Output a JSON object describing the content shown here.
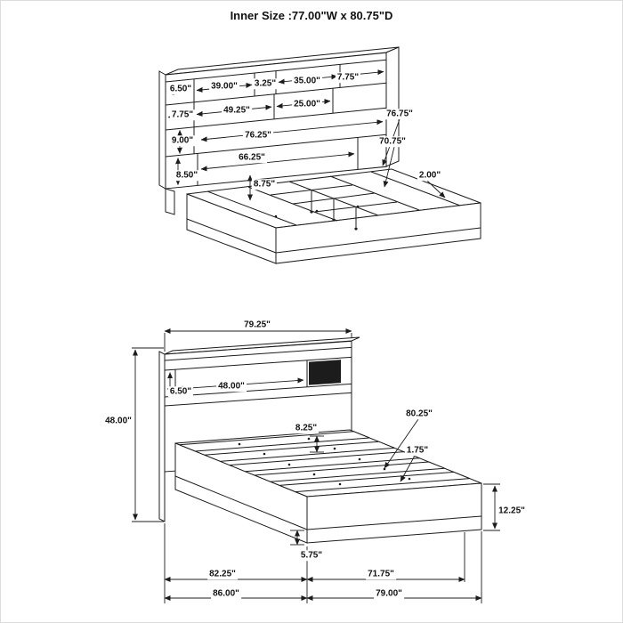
{
  "title": "Inner Size :77.00\"W x 80.75\"D",
  "top_view": {
    "labels": {
      "shelf_a": "6.50\"",
      "shelf_b": "39.00\"",
      "shelf_c": "3.25\"",
      "shelf_d": "35.00\"",
      "top_right": "7.75\"",
      "row2_left": "7.75\"",
      "row2_mid": "49.25\"",
      "row2_right": "25.00\"",
      "row3_left": "9.00\"",
      "row3_mid": "76.25\"",
      "row4_mid": "66.25\"",
      "row4_left": "8.50\"",
      "leg_height": "8.75\"",
      "frame_length": "76.75\"",
      "inner_length": "70.75\"",
      "edge_gap": "2.00\""
    }
  },
  "bottom_view": {
    "labels": {
      "headboard_width": "79.25\"",
      "headboard_height": "48.00\"",
      "shelf_height": "6.50\"",
      "shelf_width": "48.00\"",
      "rail_height": "8.25\"",
      "inner_depth": "80.25\"",
      "slat_thickness": "1.75\"",
      "platform_height": "12.25\"",
      "base_height": "5.75\"",
      "rail_length": "82.25\"",
      "inner_width": "71.75\"",
      "overall_depth": "86.00\"",
      "overall_width": "79.00\""
    }
  }
}
